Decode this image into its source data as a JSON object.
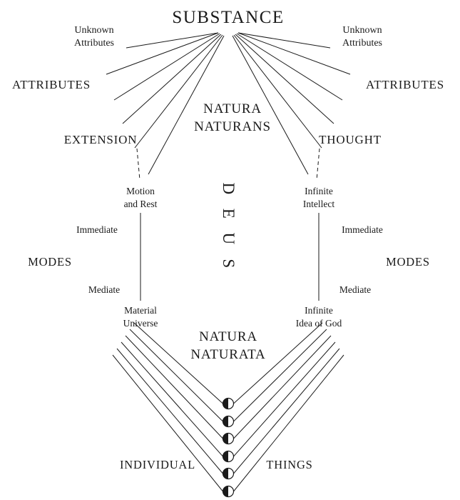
{
  "diagram": {
    "title": "SUBSTANCE",
    "left": {
      "unknown_attributes": [
        "Unknown",
        "Attributes"
      ],
      "attributes": "ATTRIBUTES",
      "attribute_name": "EXTENSION",
      "immediate_mode": [
        "Motion",
        "and Rest"
      ],
      "immediate_label": "Immediate",
      "modes_label": "MODES",
      "mediate_label": "Mediate",
      "mediate_mode": [
        "Material",
        "Universe"
      ]
    },
    "right": {
      "unknown_attributes": [
        "Unknown",
        "Attributes"
      ],
      "attributes": "ATTRIBUTES",
      "attribute_name": "THOUGHT",
      "immediate_mode": [
        "Infinite",
        "Intellect"
      ],
      "immediate_label": "Immediate",
      "modes_label": "MODES",
      "mediate_label": "Mediate",
      "mediate_mode": [
        "Infinite",
        "Idea of God"
      ]
    },
    "center": {
      "natura_naturans": [
        "NATURA",
        "NATURANS"
      ],
      "deus_letters": [
        "D",
        "E",
        "U",
        "S"
      ],
      "natura_naturata": [
        "NATURA",
        "NATURATA"
      ]
    },
    "bottom": {
      "individual": "INDIVIDUAL",
      "things": "THINGS"
    },
    "colors": {
      "ink": "#1a1a1a",
      "background": "#ffffff"
    }
  }
}
